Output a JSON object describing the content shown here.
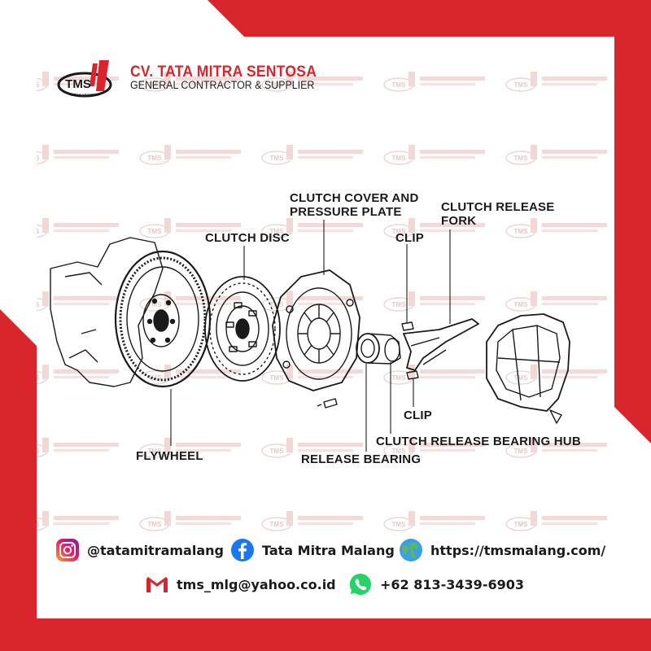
{
  "brand": {
    "logo_text": "TMS",
    "logo_motto": "IDEAS AT WORK",
    "name": "CV. TATA MITRA SENTOSA",
    "tagline": "GENERAL CONTRACTOR & SUPPLIER",
    "watermark_text": "TMS",
    "accent_color": "#d9252c"
  },
  "diagram": {
    "labels": {
      "clutch_cover_line1": "CLUTCH COVER AND",
      "clutch_cover_line2": "PRESSURE PLATE",
      "clutch_release_fork_line1": "CLUTCH RELEASE",
      "clutch_release_fork_line2": "FORK",
      "clutch_disc": "CLUTCH DISC",
      "clip_top": "CLIP",
      "clip_bottom": "CLIP",
      "flywheel": "FLYWHEEL",
      "release_bearing": "RELEASE BEARING",
      "clutch_release_bearing_hub": "CLUTCH RELEASE BEARING HUB"
    }
  },
  "contacts": {
    "instagram": {
      "icon": "instagram-icon",
      "text": "@tatamitramalang"
    },
    "facebook": {
      "icon": "facebook-icon",
      "text": "Tata Mitra Malang"
    },
    "website": {
      "icon": "globe-icon",
      "text": "https://tmsmalang.com/"
    },
    "email": {
      "icon": "gmail-icon",
      "text": "tms_mlg@yahoo.co.id"
    },
    "whatsapp": {
      "icon": "whatsapp-icon",
      "text": "+62 813-3439-6903"
    }
  }
}
